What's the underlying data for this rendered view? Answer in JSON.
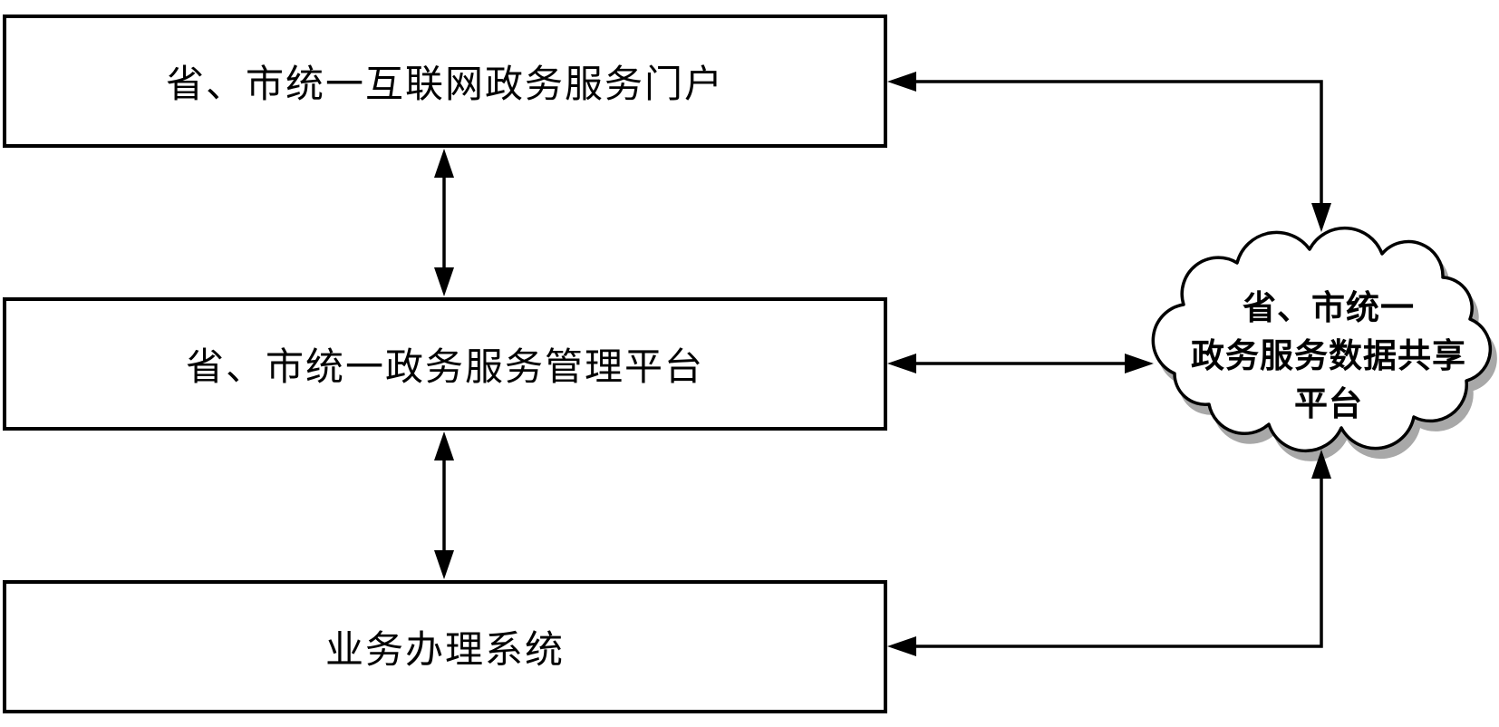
{
  "diagram": {
    "type": "flowchart",
    "boxes": [
      {
        "id": "internet-portal",
        "label": "省、市统一互联网政务服务门户"
      },
      {
        "id": "management-platform",
        "label": "省、市统一政务服务管理平台"
      },
      {
        "id": "business-system",
        "label": "业务办理系统"
      }
    ],
    "cloud": {
      "id": "data-sharing-platform",
      "label": "省、市统一政务服务数据共享平台",
      "label_lines": [
        "省、市统一",
        "政务服务数据共享",
        "平台"
      ]
    },
    "connections": [
      {
        "from": "internet-portal",
        "to": "management-platform",
        "style": "straight",
        "arrows": "both"
      },
      {
        "from": "management-platform",
        "to": "business-system",
        "style": "straight",
        "arrows": "both"
      },
      {
        "from": "management-platform",
        "to": "data-sharing-platform",
        "style": "straight",
        "arrows": "both"
      },
      {
        "from": "internet-portal",
        "to": "data-sharing-platform",
        "style": "elbow",
        "arrows": "both"
      },
      {
        "from": "business-system",
        "to": "data-sharing-platform",
        "style": "elbow",
        "arrows": "both"
      }
    ],
    "colors": {
      "stroke": "#000000",
      "shape_fill": "#ffffff",
      "cloud_shadow": "#a8a8a8",
      "background": "#ffffff"
    }
  }
}
